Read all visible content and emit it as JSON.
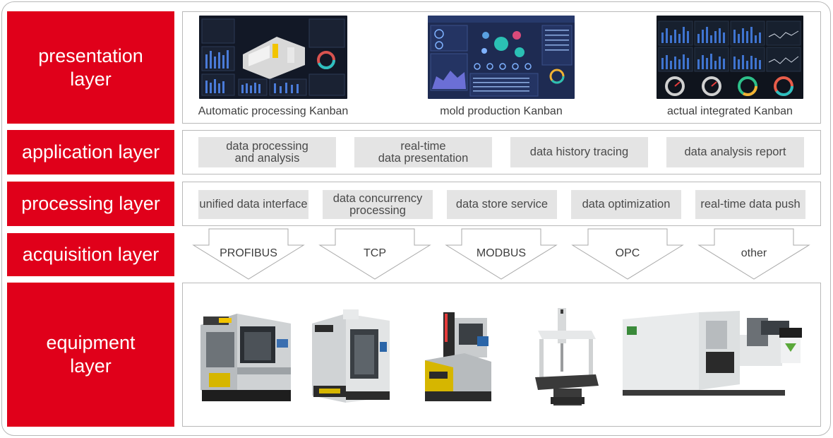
{
  "layers": {
    "presentation": "presentation\nlayer",
    "application": "application layer",
    "processing": "processing layer",
    "acquisition": "acquisition layer",
    "equipment": "equipment\nlayer"
  },
  "presentation": {
    "kanbans": [
      {
        "caption": "Automatic processing Kanban"
      },
      {
        "caption": "mold production Kanban"
      },
      {
        "caption": "actual integrated Kanban"
      }
    ]
  },
  "application": {
    "items": [
      "data processing\nand analysis",
      "real-time\ndata presentation",
      "data history tracing",
      "data analysis report"
    ]
  },
  "processing": {
    "items": [
      "unified data interface",
      "data concurrency\nprocessing",
      "data store service",
      "data optimization",
      "real-time data push"
    ]
  },
  "acquisition": {
    "protocols": [
      "PROFIBUS",
      "TCP",
      "MODBUS",
      "OPC",
      "other"
    ]
  },
  "colors": {
    "accent": "#e0001a",
    "chip": "#e4e4e4",
    "dashboard_bg": "#111722",
    "dashboard_blue": "#1e2b52"
  }
}
